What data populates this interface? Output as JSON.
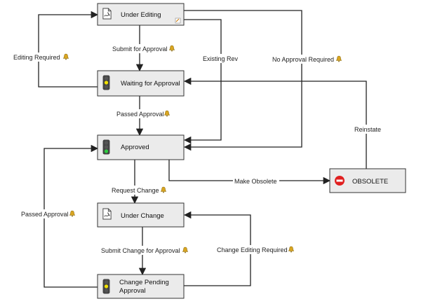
{
  "colors": {
    "node_fill": "#ebebeb",
    "node_border": "#333333",
    "edge": "#222222",
    "traffic_red": "#e0e000",
    "traffic_green": "#2ecc40",
    "obsolete_red": "#e02020",
    "bell": "#d9a520"
  },
  "nodes": {
    "under_editing": {
      "label": "Under Editing",
      "icon": "document-icon"
    },
    "waiting_for_approval": {
      "label": "Waiting for Approval",
      "icon": "traffic-light-yellow-icon"
    },
    "approved": {
      "label": "Approved",
      "icon": "traffic-light-green-icon"
    },
    "obsolete": {
      "label": "OBSOLETE",
      "icon": "no-entry-icon"
    },
    "under_change": {
      "label": "Under Change",
      "icon": "document-icon"
    },
    "change_pending_approval": {
      "label_line1": "Change Pending",
      "label_line2": "Approval",
      "icon": "traffic-light-yellow-icon"
    }
  },
  "edges": {
    "editing_required": "Editing Required",
    "submit_for_approval": "Submit for Approval",
    "existing_rev": "Existing Rev",
    "no_approval_required": "No Approval Required",
    "passed_approval_1": "Passed Approval",
    "reinstate": "Reinstate",
    "make_obsolete": "Make Obsolete",
    "request_change": "Request Change",
    "passed_approval_2": "Passed Approval",
    "submit_change_for_approval": "Submit Change for Approval",
    "change_editing_required": "Change Editing Required"
  }
}
